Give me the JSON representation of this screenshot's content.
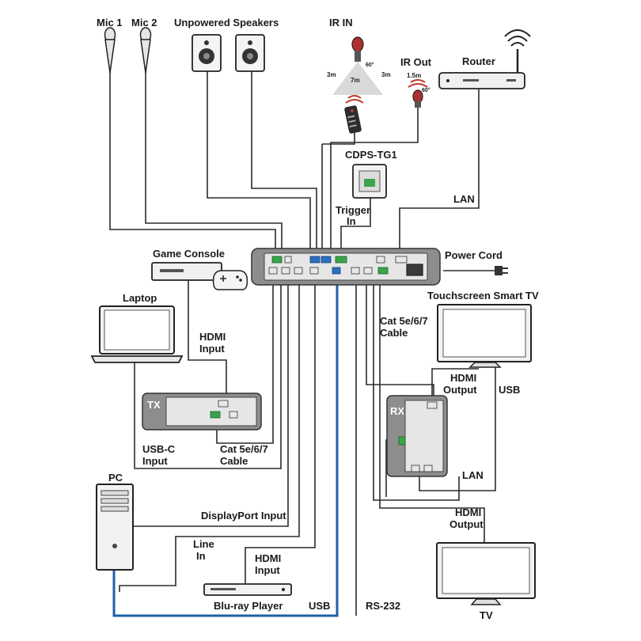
{
  "labels": {
    "mic1": "Mic 1",
    "mic2": "Mic 2",
    "speakers": "Unpowered Speakers",
    "ir_in": "IR IN",
    "ir_out": "IR Out",
    "router": "Router",
    "cdps": "CDPS-TG1",
    "lan_top": "LAN",
    "trigger_1": "Trigger",
    "trigger_2": "In",
    "power_cord": "Power Cord",
    "game_console": "Game Console",
    "laptop": "Laptop",
    "hdmi_input_1": "HDMI",
    "hdmi_input_2": "Input",
    "tx": "TX",
    "usbc_1": "USB-C",
    "usbc_2": "Input",
    "cat_tx_1": "Cat 5e/6/7",
    "cat_tx_2": "Cable",
    "cat_rx_1": "Cat 5e/6/7",
    "cat_rx_2": "Cable",
    "touch_tv": "Touchscreen Smart TV",
    "hdmi_out_1": "HDMI",
    "hdmi_out_2": "Output",
    "usb_right": "USB",
    "rx": "RX",
    "lan_rx": "LAN",
    "pc": "PC",
    "displayport": "DisplayPort Input",
    "line_in_1": "Line",
    "line_in_2": "In",
    "hdmi_in_br_1": "HDMI",
    "hdmi_in_br_2": "Input",
    "hdmi_out_tv_1": "HDMI",
    "hdmi_out_tv_2": "Output",
    "bluray": "Blu-ray Player",
    "usb_bottom": "USB",
    "rs232": "RS-232",
    "tv": "TV",
    "ir_dist_left": "3m",
    "ir_dist_center": "7m",
    "ir_dist_right": "3m",
    "ir_angle": "60°",
    "ir_out_dist": "1.5m",
    "ir_out_angle": "60°"
  },
  "colors": {
    "cable": "#2b2b2b",
    "usb_cable": "#1f5fa8",
    "device_fill": "#d8d8d8",
    "device_dark": "#3a3a3a",
    "port_green": "#3aa54a",
    "port_blue": "#2b6fc0",
    "ir_red": "#c0392b"
  },
  "icons": {
    "mic": "microphone-icon",
    "speaker": "speaker-icon",
    "ir_sensor": "ir-sensor-icon",
    "remote": "remote-control-icon",
    "router": "router-icon",
    "wifi": "wifi-icon",
    "gamepad": "gamepad-icon",
    "plug": "power-plug-icon"
  }
}
